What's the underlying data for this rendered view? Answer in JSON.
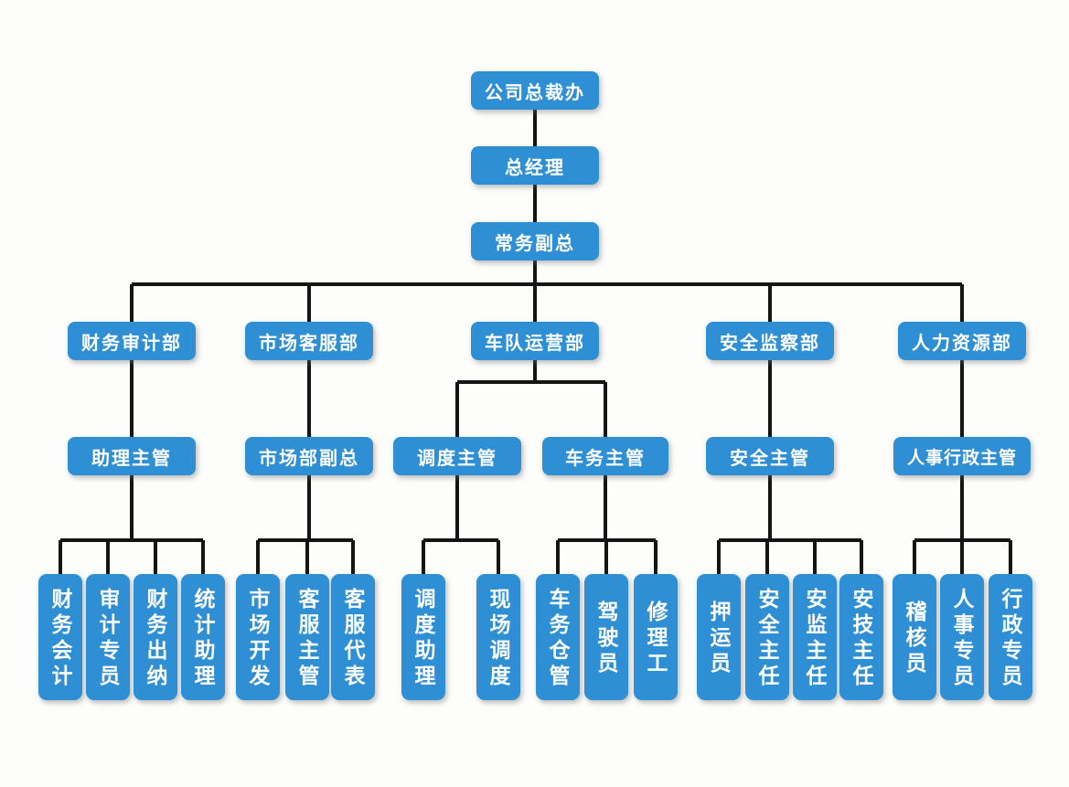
{
  "theme": {
    "box_color": "#2E8FD5",
    "box_text_color": "#ffffff",
    "connector_color": "#141414",
    "background_color": "#fdfdfb"
  },
  "org": {
    "president_office": "公司总裁办",
    "general_manager": "总经理",
    "executive_vp": "常务副总",
    "departments": [
      {
        "label": "财务审计部",
        "managers": [
          {
            "label": "助理主管",
            "staff": [
              "财务会计",
              "审计专员",
              "财务出纳",
              "统计助理"
            ]
          }
        ]
      },
      {
        "label": "市场客服部",
        "managers": [
          {
            "label": "市场部副总",
            "staff": [
              "市场开发",
              "客服主管",
              "客服代表"
            ]
          }
        ]
      },
      {
        "label": "车队运营部",
        "managers": [
          {
            "label": "调度主管",
            "staff": [
              "调度助理",
              "现场调度"
            ]
          },
          {
            "label": "车务主管",
            "staff": [
              "车务仓管",
              "驾驶员",
              "修理工"
            ]
          }
        ]
      },
      {
        "label": "安全监察部",
        "managers": [
          {
            "label": "安全主管",
            "staff": [
              "押运员",
              "安全主任",
              "安监主任",
              "安技主任"
            ]
          }
        ]
      },
      {
        "label": "人力资源部",
        "managers": [
          {
            "label": "人事行政主管",
            "staff": [
              "稽核员",
              "人事专员",
              "行政专员"
            ]
          }
        ]
      }
    ]
  }
}
